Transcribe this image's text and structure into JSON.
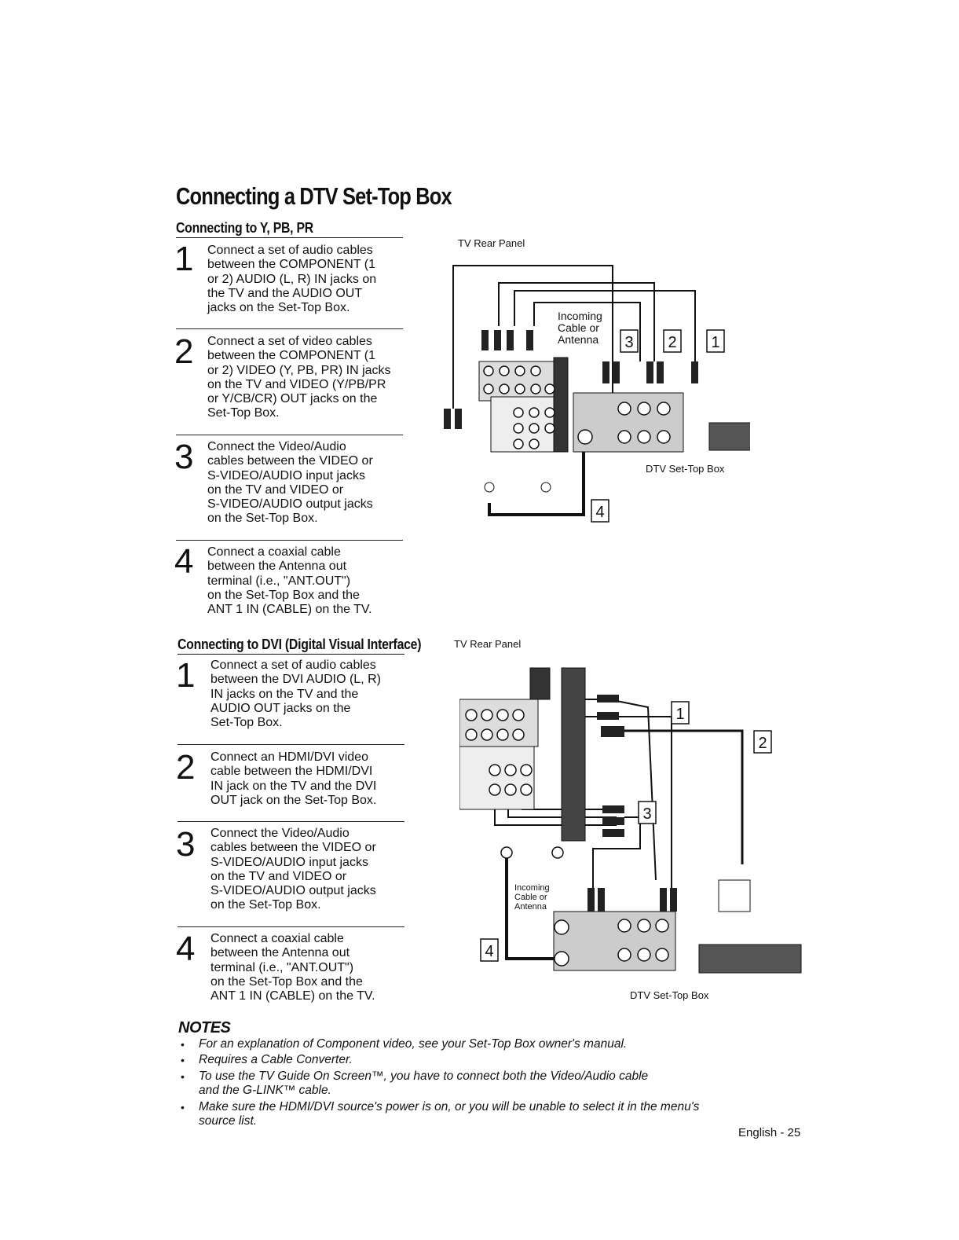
{
  "title": "Connecting a DTV Set-Top Box",
  "section1": {
    "heading": "Connecting to Y, PB, PR",
    "steps": [
      {
        "num": "1",
        "text": "Connect a set of audio cables\nbetween the COMPONENT (1\nor 2) AUDIO (L, R) IN jacks on\nthe TV and the AUDIO OUT\njacks on the Set-Top Box."
      },
      {
        "num": "2",
        "text": "Connect a set of video cables\nbetween the COMPONENT (1\nor 2) VIDEO (Y, PB, PR) IN jacks\non the TV and VIDEO (Y/PB/PR\nor Y/CB/CR) OUT jacks on the\nSet-Top Box."
      },
      {
        "num": "3",
        "text": "Connect the Video/Audio\ncables between the VIDEO or\nS-VIDEO/AUDIO input jacks\non the TV and VIDEO or\nS-VIDEO/AUDIO output jacks\non the Set-Top Box."
      },
      {
        "num": "4",
        "text": "Connect a coaxial cable\nbetween the Antenna out\nterminal (i.e., \"ANT.OUT\")\non the Set-Top Box and the\nANT 1 IN (CABLE) on the TV."
      }
    ],
    "diagram": {
      "tv_rear_panel": "TV Rear Panel",
      "incoming": "Incoming\nCable or\nAntenna",
      "dtv_box": "DTV Set-Top Box",
      "callouts": [
        "3",
        "2",
        "1",
        "4"
      ]
    }
  },
  "section2": {
    "heading": "Connecting to DVI (Digital Visual Interface)",
    "steps": [
      {
        "num": "1",
        "text": "Connect a set of audio cables\nbetween the DVI AUDIO (L, R)\nIN jacks on the TV and the\nAUDIO OUT jacks on the\nSet-Top Box."
      },
      {
        "num": "2",
        "text": "Connect an HDMI/DVI video\ncable between the HDMI/DVI\nIN jack on the TV and the DVI\nOUT jack on the Set-Top Box."
      },
      {
        "num": "3",
        "text": "Connect the Video/Audio\ncables between the VIDEO or\nS-VIDEO/AUDIO input jacks\non the TV and VIDEO or\nS-VIDEO/AUDIO output jacks\non the Set-Top Box."
      },
      {
        "num": "4",
        "text": "Connect a coaxial cable\nbetween the Antenna out\nterminal (i.e., \"ANT.OUT\")\non the Set-Top Box and the\nANT 1 IN (CABLE) on the TV."
      }
    ],
    "diagram": {
      "tv_rear_panel": "TV Rear Panel",
      "incoming": "Incoming\nCable or\nAntenna",
      "dtv_box": "DTV Set-Top Box",
      "callouts": [
        "1",
        "2",
        "3",
        "4"
      ]
    }
  },
  "notes": {
    "title": "NOTES",
    "items": [
      "For an explanation of Component video, see your Set-Top Box owner's manual.",
      "Requires a Cable Converter.",
      "To use the TV Guide On Screen™, you have to connect both the Video/Audio cable\nand the G-LINK™ cable.",
      "Make sure the HDMI/DVI source's power is on, or you will be unable to select it in the menu's\nsource list."
    ]
  },
  "page_number": "English - 25"
}
